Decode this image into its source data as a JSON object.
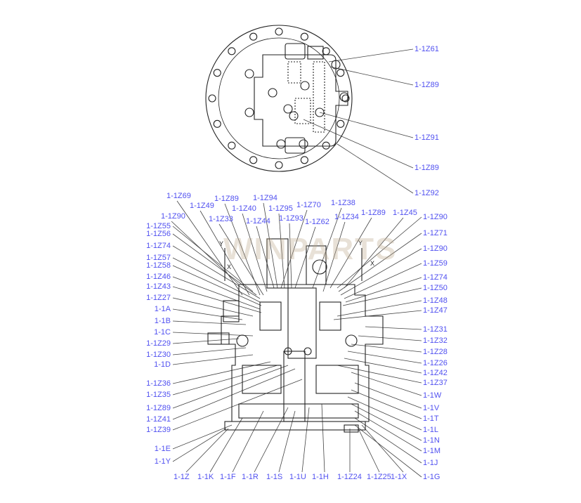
{
  "watermark": "WINPARTS",
  "colors": {
    "label": "#5050f0",
    "line": "#222222",
    "leader": "#444444"
  },
  "top_view_labels": [
    "1-1Z61",
    "1-1Z89",
    "1-1Z91",
    "1-1Z89",
    "1-1Z92"
  ],
  "top_labels": [
    "1-1Z69",
    "1-1Z49",
    "1-1Z89",
    "1-1Z40",
    "1-1Z94",
    "1-1Z95",
    "1-1Z70",
    "1-1Z38",
    "1-1Z90",
    "1-1Z33",
    "1-1Z44",
    "1-1Z93",
    "1-1Z62",
    "1-1Z34",
    "1-1Z89",
    "1-1Z45"
  ],
  "left_labels": [
    "1-1Z55",
    "1-1Z56",
    "1-1Z74",
    "1-1Z57",
    "1-1Z58",
    "1-1Z46",
    "1-1Z43",
    "1-1Z27",
    "1-1A",
    "1-1B",
    "1-1C",
    "1-1Z29",
    "1-1Z30",
    "1-1D",
    "1-1Z36",
    "1-1Z35",
    "1-1Z89",
    "1-1Z41",
    "1-1Z39",
    "1-1E",
    "1-1Y"
  ],
  "right_labels": [
    "1-1Z90",
    "1-1Z71",
    "1-1Z90",
    "1-1Z59",
    "1-1Z74",
    "1-1Z50",
    "1-1Z48",
    "1-1Z47",
    "1-1Z31",
    "1-1Z32",
    "1-1Z28",
    "1-1Z26",
    "1-1Z42",
    "1-1Z37",
    "1-1W",
    "1-1V",
    "1-1T",
    "1-1L",
    "1-1N",
    "1-1M",
    "1-1J",
    "1-1G"
  ],
  "bottom_labels": [
    "1-1Z",
    "1-1K",
    "1-1F",
    "1-1R",
    "1-1S",
    "1-1U",
    "1-1H",
    "1-1Z24",
    "1-1Z25",
    "1-1X"
  ],
  "axis_marks": [
    "Y",
    "X",
    "Y",
    "X"
  ]
}
